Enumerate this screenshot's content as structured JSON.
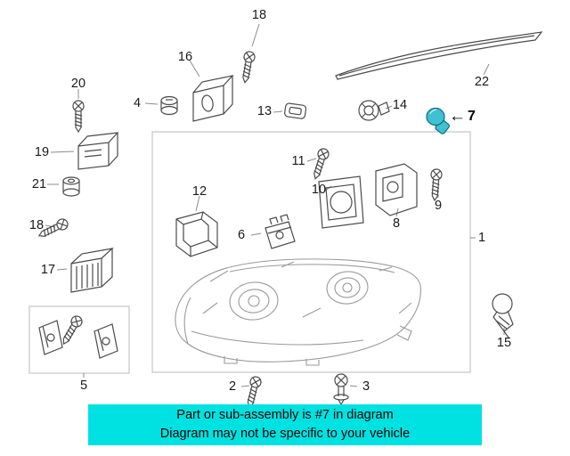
{
  "page": {
    "background_color": "#ffffff"
  },
  "banner": {
    "line1": "Part or sub-assembly is #7 in diagram",
    "line2": "Diagram may not be specific to your vehicle",
    "background_color": "#00e2e2",
    "text_color": "#000000"
  },
  "highlight": {
    "arrow": "←",
    "part_number": "7",
    "fill_color": "#3fc1d1",
    "outline_color": "#0d6d7d"
  },
  "diagram": {
    "description": "Exploded parts diagram of a headlamp assembly with numbered callouts",
    "part_line_color": "#4b4b4b",
    "assembly_line_color": "#9a9a9a",
    "boundary_box_color": "#c9c9c9",
    "parts": [
      {
        "num": "18"
      },
      {
        "num": "16"
      },
      {
        "num": "22"
      },
      {
        "num": "20"
      },
      {
        "num": "4"
      },
      {
        "num": "13"
      },
      {
        "num": "14"
      },
      {
        "num": "19"
      },
      {
        "num": "11"
      },
      {
        "num": "21"
      },
      {
        "num": "9"
      },
      {
        "num": "8"
      },
      {
        "num": "12"
      },
      {
        "num": "10"
      },
      {
        "num": "6"
      },
      {
        "num": "1"
      },
      {
        "num": "18"
      },
      {
        "num": "17"
      },
      {
        "num": "5"
      },
      {
        "num": "15"
      },
      {
        "num": "2"
      },
      {
        "num": "3"
      }
    ]
  }
}
